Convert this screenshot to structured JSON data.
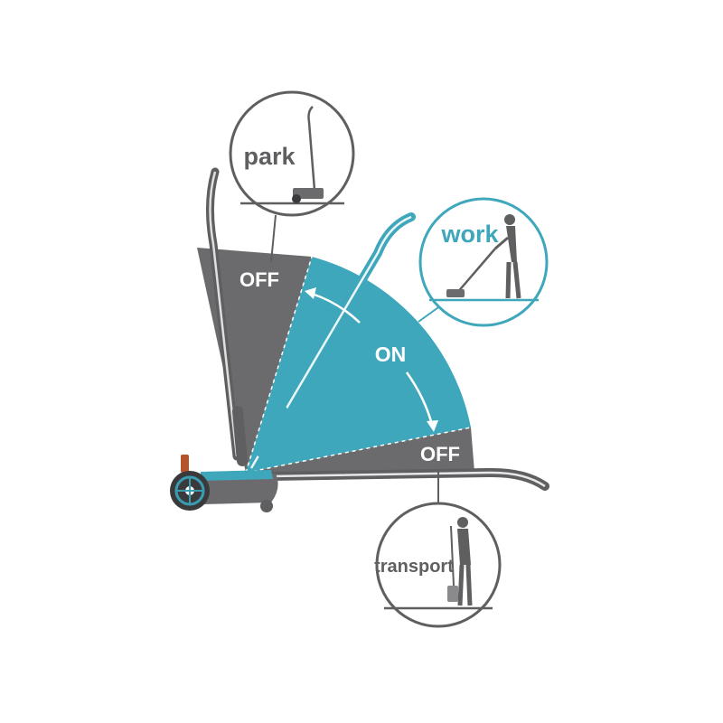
{
  "labels": {
    "off_top": "OFF",
    "on": "ON",
    "off_bottom": "OFF",
    "park": "park",
    "work": "work",
    "transport": "transport"
  },
  "colors": {
    "gray": "#6b6b6d",
    "teal": "#3ea7bc",
    "outline": "#5f5f61",
    "white": "#ffffff",
    "wheel_rim": "#3a9cb1",
    "accent": "#b5542a"
  }
}
